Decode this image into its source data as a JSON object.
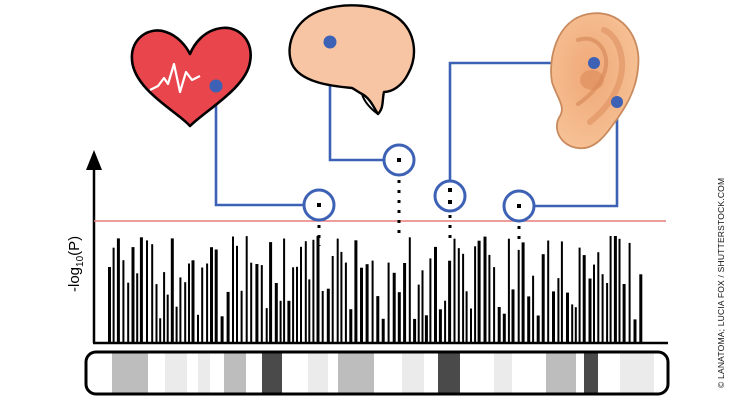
{
  "figure": {
    "y_axis_label": {
      "prefix": "-log",
      "subscript": "10",
      "suffix": "(P)"
    },
    "threshold_line_color": "#e87d7d",
    "highlight_circle_color": "#3d62b5",
    "connector_color": "#3d62b5",
    "credit": "© LANATOMA; LUCIA FOX / SHUTTERSTOCK.COM"
  },
  "organs": [
    {
      "name": "heart",
      "icon": "heart-icon",
      "fill": "#e8464c"
    },
    {
      "name": "brain",
      "icon": "brain-icon",
      "fill": "#f7c5a3"
    },
    {
      "name": "ear",
      "icon": "ear-icon",
      "fill": "#f4b98c"
    }
  ],
  "chromosome": {
    "band_colors": {
      "light": "#ebebeb",
      "mid": "#bdbdbd",
      "dark": "#4a4a4a"
    }
  }
}
